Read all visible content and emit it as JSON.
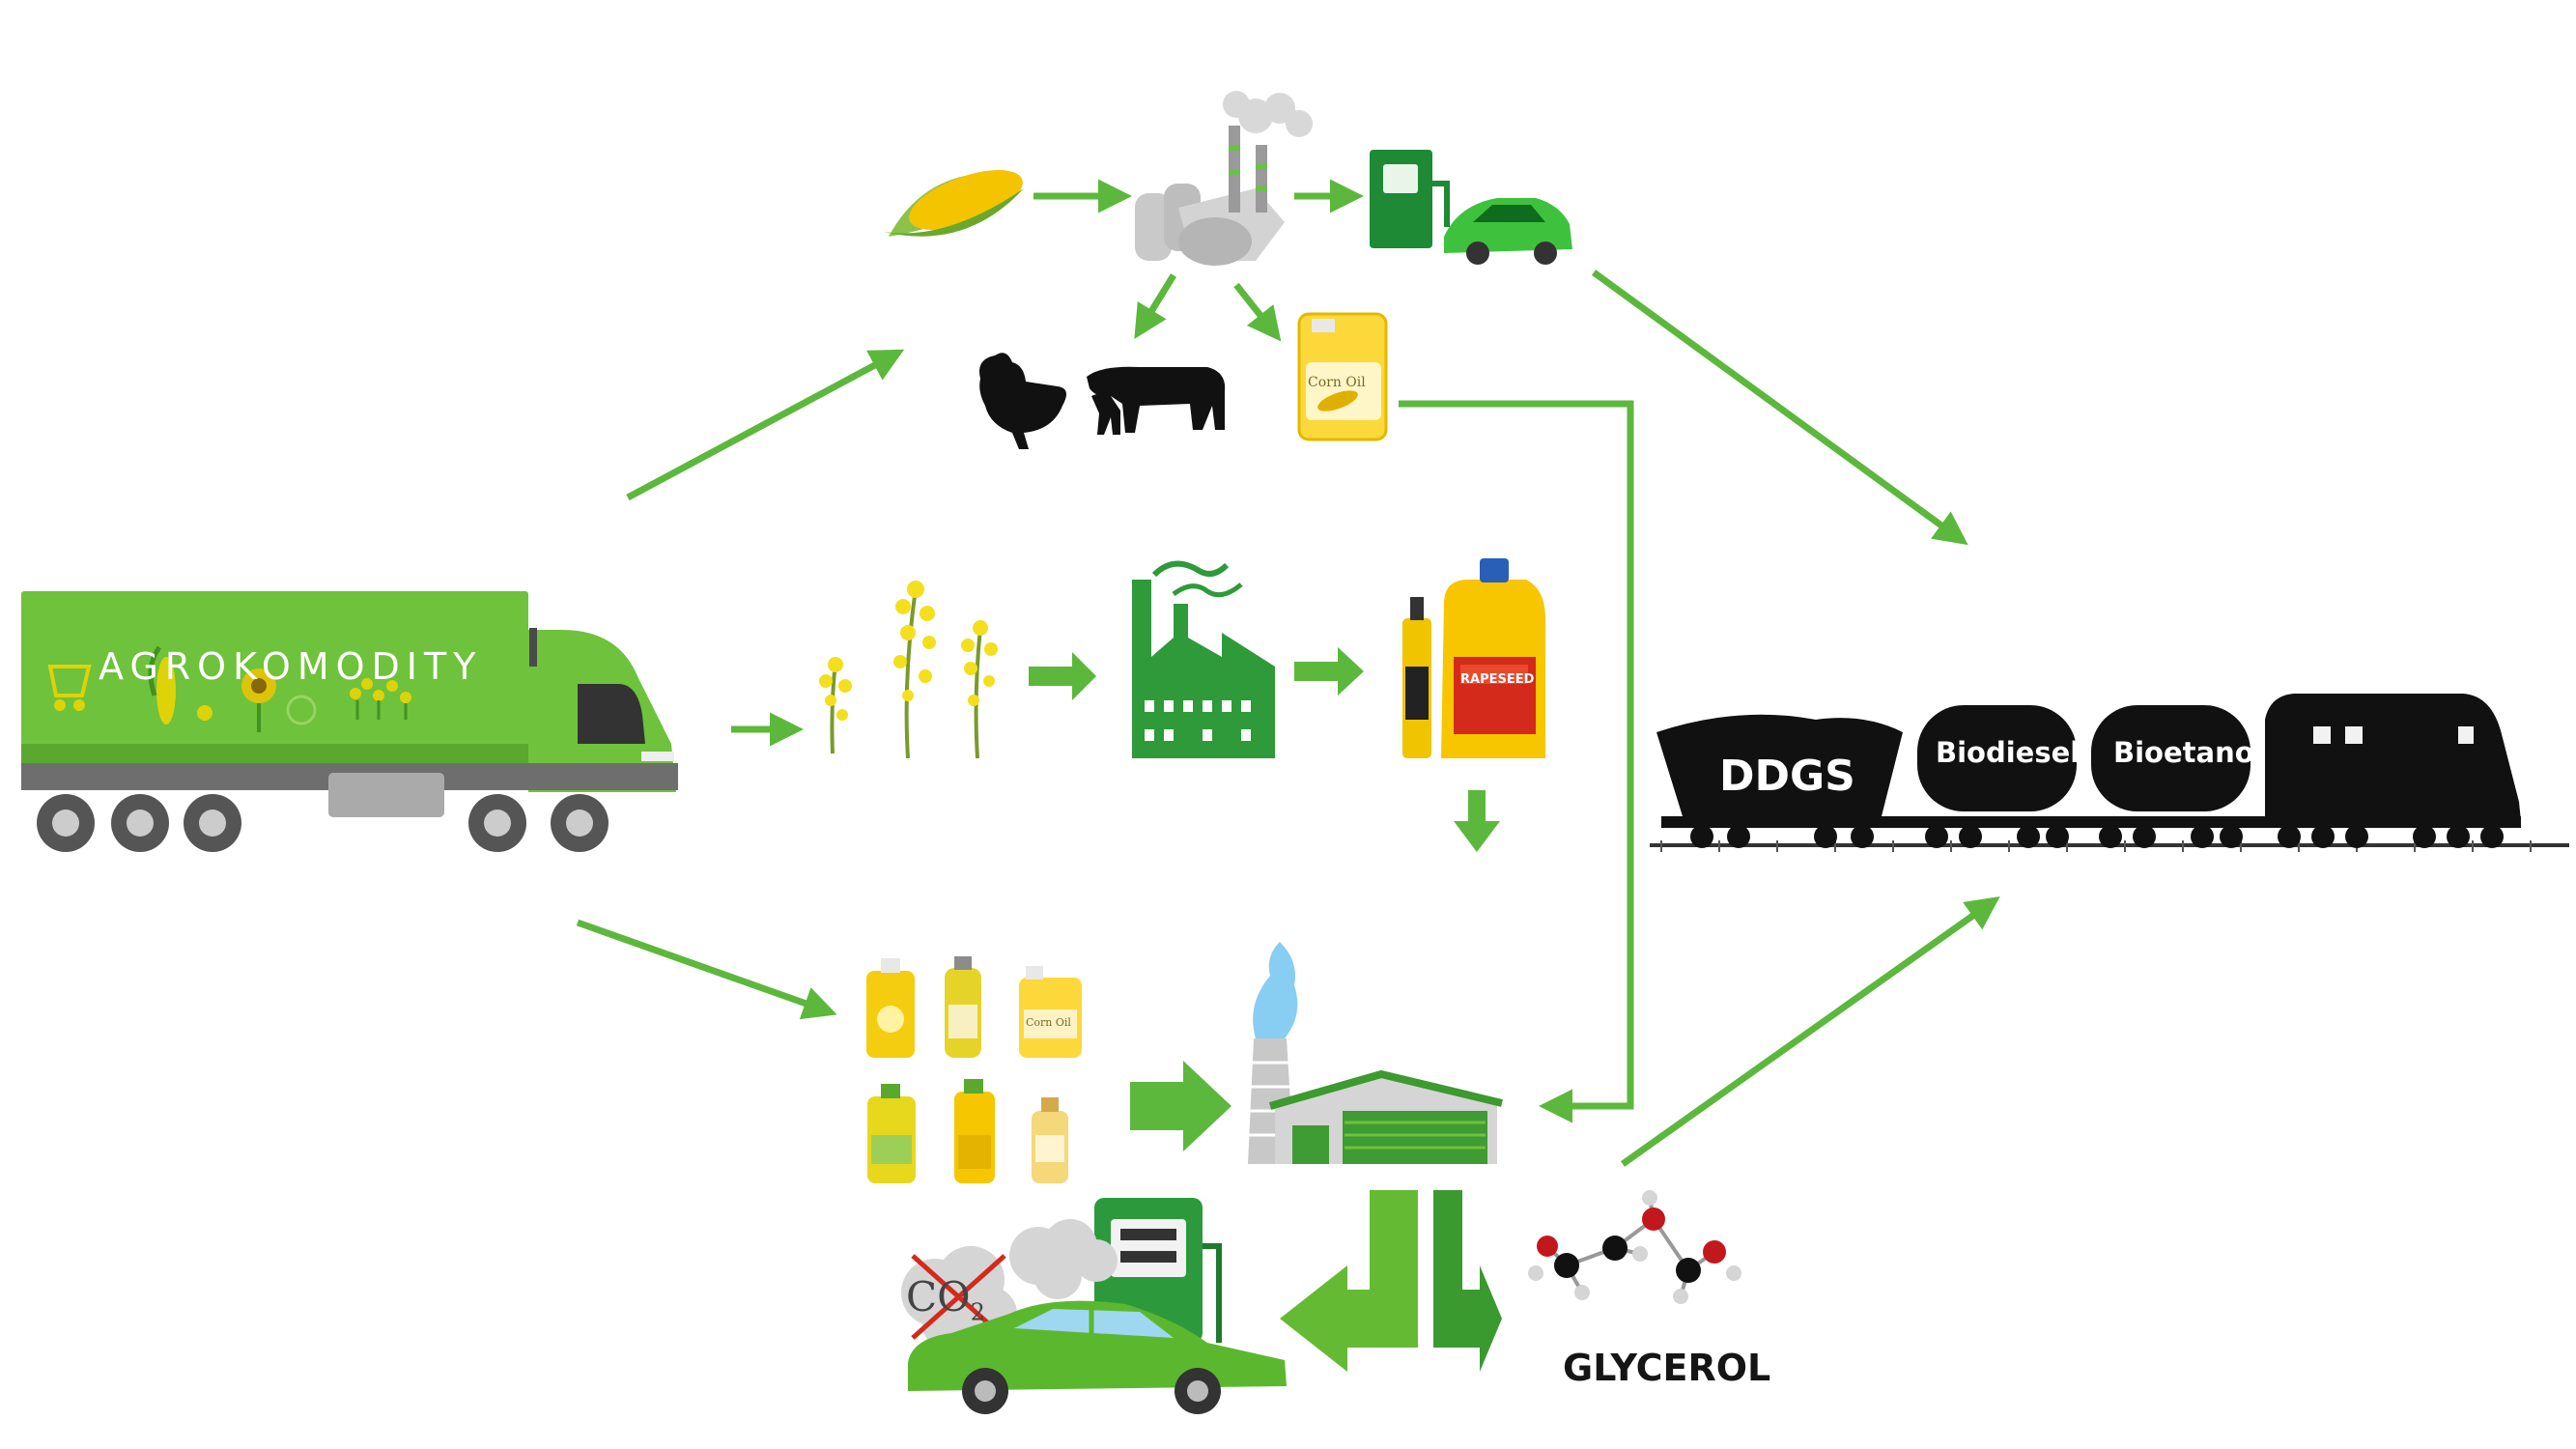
{
  "labels": {
    "truck": "AGROKOMODITY",
    "ddgs": "DDGS",
    "biodiesel": "Biodiesel",
    "bioetanol": "Bioetanol",
    "glycerol": "GLYCEROL",
    "corn_oil": "Corn Oil",
    "rapeseed_oil": "RAPESEED",
    "co2": "CO",
    "co2_sub": "2"
  },
  "colors": {
    "arrow": "#5cb83c",
    "truck_green": "#6fc23b",
    "factory_green": "#2e9a3a",
    "oil_yellow": "#f5c400",
    "train": "#111111"
  }
}
